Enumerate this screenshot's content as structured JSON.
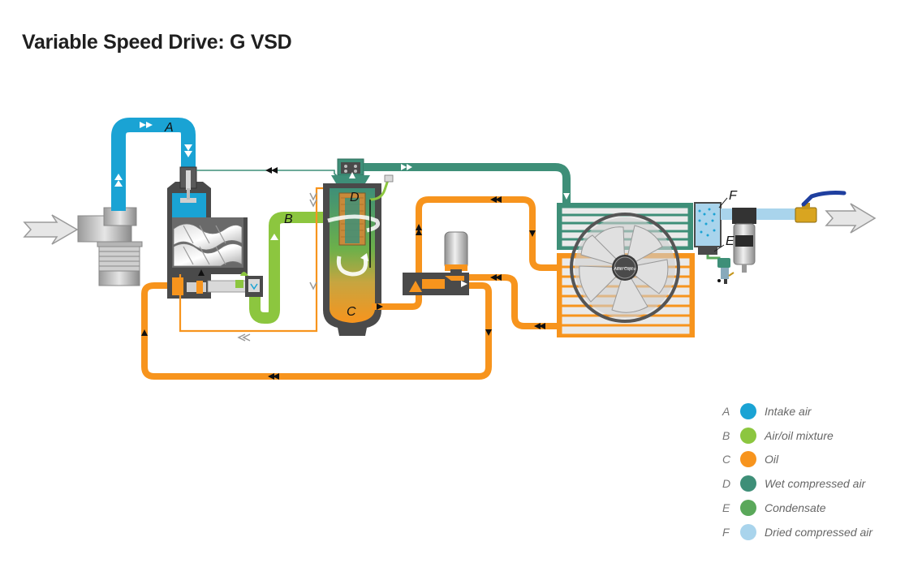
{
  "title": "Variable Speed Drive: G VSD",
  "colors": {
    "intake_air": "#1aa3d4",
    "air_oil_mixture": "#8cc63f",
    "oil": "#f7941d",
    "wet_compressed_air": "#3e8f78",
    "condensate": "#5aa85a",
    "dried_compressed_air": "#a9d4ec",
    "machine_grey": "#4a4a4a"
  },
  "diagram_labels": {
    "a": "A",
    "b": "B",
    "c": "C",
    "d": "D",
    "e": "E",
    "f": "F"
  },
  "legend": [
    {
      "letter": "A",
      "label": "Intake air",
      "color": "#1aa3d4"
    },
    {
      "letter": "B",
      "label": "Air/oil mixture",
      "color": "#8cc63f"
    },
    {
      "letter": "C",
      "label": "Oil",
      "color": "#f7941d"
    },
    {
      "letter": "D",
      "label": "Wet compressed air",
      "color": "#3e8f78"
    },
    {
      "letter": "E",
      "label": "Condensate",
      "color": "#5aa85a"
    },
    {
      "letter": "F",
      "label": "Dried compressed air",
      "color": "#a9d4ec"
    }
  ],
  "fan_brand": "Atlas Copco",
  "icons": [
    "intake-arrow-icon",
    "outlet-arrow-icon",
    "fan-icon",
    "valve-handle-icon"
  ]
}
